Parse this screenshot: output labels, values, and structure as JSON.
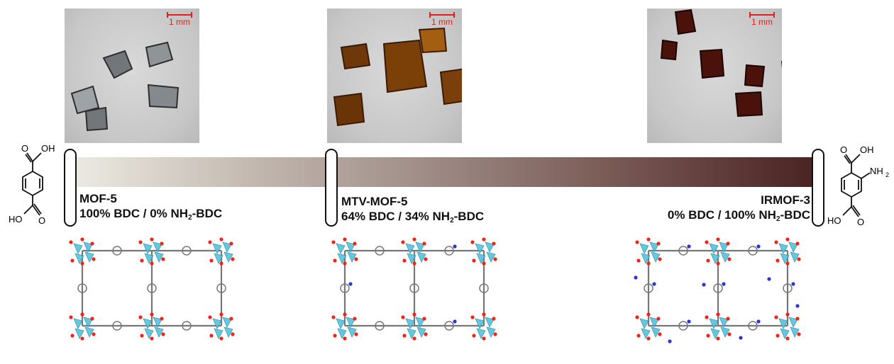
{
  "photos": [
    {
      "scale_text": "1 mm",
      "crystal_fill": "#555b60",
      "crystal_edge": "#222222"
    },
    {
      "scale_text": "1 mm",
      "crystal_fill": "#8a4a0c",
      "crystal_edge": "#3a1a04"
    },
    {
      "scale_text": "1 mm",
      "crystal_fill": "#4b120c",
      "crystal_edge": "#1c0604"
    }
  ],
  "materials": [
    {
      "name": "MOF-5",
      "bdc": "100% BDC / 0% NH",
      "nh_sub": "2",
      "suffix": "-BDC"
    },
    {
      "name": "MTV-MOF-5",
      "bdc": "64% BDC / 34% NH",
      "nh_sub": "2",
      "suffix": "-BDC"
    },
    {
      "name": "IRMOF-3",
      "bdc": "0% BDC / 100% NH",
      "nh_sub": "2",
      "suffix": "-BDC"
    }
  ],
  "molecules": {
    "left": {
      "top_label": "O",
      "top_oh": "OH",
      "bottom_label": "O",
      "bottom_ho": "HO"
    },
    "right": {
      "top_label": "O",
      "top_oh": "OH",
      "amine": "NH",
      "amine_sub": "2",
      "bottom_label": "O",
      "bottom_ho": "HO"
    }
  },
  "colors": {
    "polyhedra": "#56c3dc",
    "oxygen": "#e8261a",
    "nitrogen": "#2a35d6",
    "carbon": "#777777"
  }
}
